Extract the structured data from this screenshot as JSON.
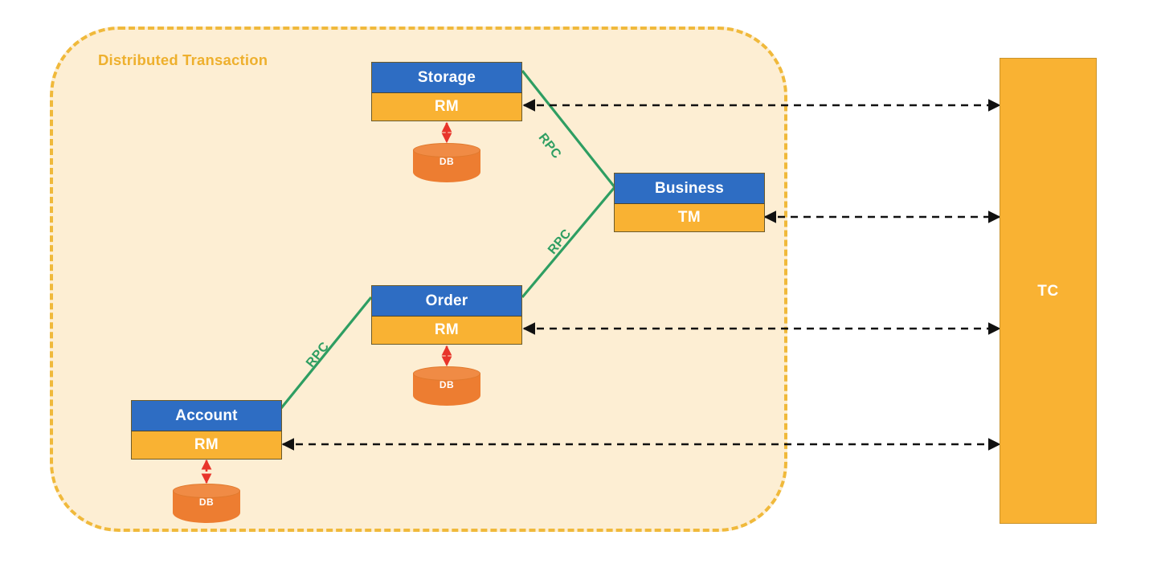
{
  "diagram": {
    "title": "Distributed Transaction",
    "coordinator": {
      "label": "TC"
    },
    "nodes": [
      {
        "id": "storage",
        "title": "Storage",
        "role": "RM",
        "db": "DB"
      },
      {
        "id": "business",
        "title": "Business",
        "role": "TM",
        "db": null
      },
      {
        "id": "order",
        "title": "Order",
        "role": "RM",
        "db": "DB"
      },
      {
        "id": "account",
        "title": "Account",
        "role": "RM",
        "db": "DB"
      }
    ],
    "rpc_links": [
      {
        "id": "rpc-business-storage",
        "label": "RPC",
        "from": "business",
        "to": "storage"
      },
      {
        "id": "rpc-business-order",
        "label": "RPC",
        "from": "business",
        "to": "order"
      },
      {
        "id": "rpc-order-account",
        "label": "RPC",
        "from": "order",
        "to": "account"
      }
    ],
    "tc_links": [
      {
        "id": "tc-storage",
        "target": "storage"
      },
      {
        "id": "tc-business",
        "target": "business"
      },
      {
        "id": "tc-order",
        "target": "order"
      },
      {
        "id": "tc-account",
        "target": "account"
      }
    ],
    "db_links": [
      {
        "id": "db-storage",
        "target": "storage"
      },
      {
        "id": "db-order",
        "target": "order"
      },
      {
        "id": "db-account",
        "target": "account"
      }
    ],
    "colors": {
      "container_fill": "#fdeed3",
      "container_border": "#f0b93b",
      "title": "#eeb02e",
      "node_header": "#2e6dc3",
      "node_body": "#f9b233",
      "db": "#ed7d31",
      "rpc_line": "#2e9e62",
      "tc_arrow": "#111111",
      "db_arrow": "#e8342a",
      "tc_fill": "#f9b233"
    }
  }
}
